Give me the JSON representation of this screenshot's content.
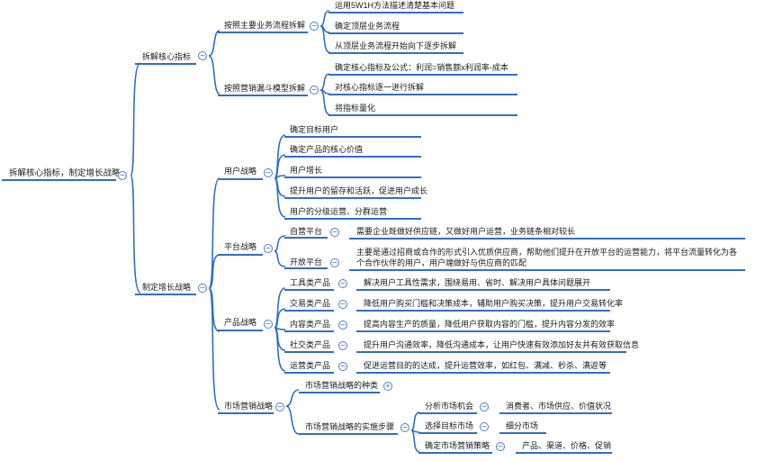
{
  "root": "拆解核心指标，制定增长战略",
  "decompose": {
    "label": "拆解核心指标",
    "by_process": {
      "label": "按照主要业务流程拆解",
      "items": [
        "运用5W1H方法描述清楚基本问题",
        "确定顶层业务流程",
        "从顶层业务流程开始向下逐步拆解"
      ]
    },
    "by_funnel": {
      "label": "按照营销漏斗模型拆解",
      "items": [
        "确定核心指标及公式：利润=销售额x利润率-成本",
        "对核心指标逐一进行拆解",
        "将指标量化"
      ]
    }
  },
  "strategy": {
    "label": "制定增长战略",
    "user": {
      "label": "用户战略",
      "items": [
        "确定目标用户",
        "确定产品的核心价值",
        "用户增长",
        "提升用户的留存和活跃，促进用户成长",
        "用户的分级运营、分群运营"
      ]
    },
    "platform": {
      "label": "平台战略",
      "own": {
        "label": "自营平台",
        "desc": "需要企业既做好供应链，又做好用户运营，业务链条相对较长"
      },
      "open": {
        "label": "开放平台",
        "desc": "主要是通过招商或合作的形式引入优质供应商，帮助他们提升在开放平台的运营能力，将平台流量转化为各个合作伙伴的用户，用户端做好与供应商的匹配"
      }
    },
    "product": {
      "label": "产品战略",
      "items": [
        {
          "label": "工具类产品",
          "desc": "解决用户工具性需求，围绕易用、省时、解决用户具体问题展开"
        },
        {
          "label": "交易类产品",
          "desc": "降低用户购买门槛和决策成本，辅助用户购买决策，提升用户交易转化率"
        },
        {
          "label": "内容类产品",
          "desc": "提高内容生产的质量，降低用户获取内容的门槛，提升内容分发的效率"
        },
        {
          "label": "社交类产品",
          "desc": "提升用户沟通效率，降低沟通成本，让用户快速有效添加好友并有效获取信息"
        },
        {
          "label": "运营类产品",
          "desc": "促进运营目的的达成，提升运营效率，如红包、满减、秒杀、满返等"
        }
      ]
    },
    "marketing": {
      "label": "市场营销战略",
      "kinds": {
        "label": "市场营销战略的种类"
      },
      "steps": {
        "label": "市场营销战略的实施步骤",
        "items": [
          {
            "label": "分析市场机会",
            "desc": "消费者、市场供应、价值状况"
          },
          {
            "label": "选择目标市场",
            "desc": "细分市场"
          },
          {
            "label": "确定市场营销策略",
            "desc": "产品、渠道、价格、促销"
          }
        ]
      }
    }
  },
  "icons": {
    "collapse": "minus-circle-icon",
    "expand": "plus-circle-icon"
  },
  "colors": {
    "branch": "#2f6fc7",
    "text": "#1a1a1a"
  }
}
